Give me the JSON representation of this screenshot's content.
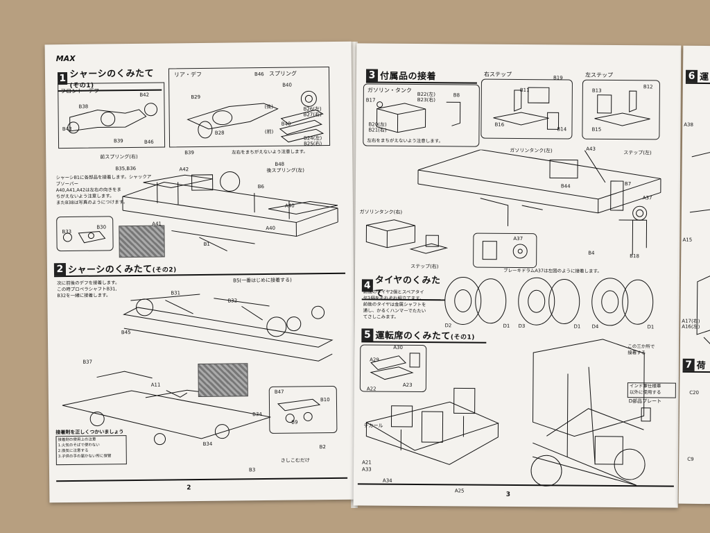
{
  "left_page": {
    "logo": "MAX",
    "page_number": "2",
    "step1": {
      "number": "1",
      "title": "シャーシのくみたて",
      "suffix": "(その1)",
      "front_diff": "フロント・デフ",
      "rear_diff": "リア・デフ",
      "spring": "スプリング",
      "rear_label": "(後)",
      "front_label": "(前)",
      "warning": "左右をまちがえないよう注意します。",
      "front_spring": "前スプリング(右)",
      "rear_spring": "後スプリング(左)",
      "note": "シャーシB1に各部品を接着します。シャックアブソーバー\nA40,A41,A42は左右の向きをま\nちがえないよう注意します。\nまたB38は写真のようにつけます。",
      "labels": [
        "B42",
        "B38",
        "B43",
        "B39",
        "B46",
        "B29",
        "B28",
        "B46",
        "B40",
        "B26(左)",
        "B27(右)",
        "B40",
        "B24(左)",
        "B25(右)",
        "B39",
        "B35,B36",
        "A42",
        "B48",
        "B6",
        "A40",
        "A40",
        "A41",
        "B1",
        "B33",
        "B30"
      ]
    },
    "step2": {
      "number": "2",
      "title": "シャーシのくみたて",
      "suffix": "(その2)",
      "note": "次に前後のデフを接着します。\nこの時プロペラシャフトB31,\nB32を一緒に接着します。",
      "b5_note": "B5(一番はじめに接着する)",
      "sashikomu": "さしこむだけ",
      "labels": [
        "B31",
        "B32",
        "B45",
        "B37",
        "A11",
        "B47",
        "B10",
        "B9",
        "B34",
        "B34",
        "B2",
        "B3"
      ],
      "adhesive_title": "接着剤を正しくつかいましょう",
      "adhesive_note": "接着剤の使用上の注意\n1.火気のそばで使わない\n2.換気に注意する\n3.子供の手の届かない所に保管"
    }
  },
  "right_page": {
    "page_number": "3",
    "step3": {
      "number": "3",
      "title": "付属品の接着",
      "gas_tank": "ガソリン・タンク",
      "right_step": "右ステップ",
      "left_step": "左ステップ",
      "warning": "左右をまちがえないよう注意します。",
      "gas_tank_left": "ガソリンタンク(左)",
      "step_left": "ステップ(左)",
      "gas_tank_right": "ガソリンタンク(右)",
      "step_right": "ステップ(右)",
      "brake_note": "ブレーキドラムA37は左図のように接着します。",
      "labels": [
        "B17",
        "B22(左)",
        "B23(右)",
        "B8",
        "B20(左)",
        "B21(右)",
        "B19",
        "B11",
        "B16",
        "B14",
        "B13",
        "B12",
        "B15",
        "A43",
        "B44",
        "B7",
        "A37",
        "A37",
        "B4",
        "B18"
      ]
    },
    "step4": {
      "number": "4",
      "title": "タイヤのくみたて",
      "note": "前後のタイヤ2個とスペアタイ\nヤ1個をそれぞれ組立てます。\n前後のタイヤは金属シャフトを\n通し、かるくハンマーでたたい\nてさしこみます。",
      "labels": [
        "D2",
        "D1",
        "D3",
        "D1",
        "D4",
        "D1"
      ]
    },
    "step5": {
      "number": "5",
      "title": "運転席のくみたて",
      "suffix": "(その1)",
      "decal": "デカール",
      "three_points": "この三か所で\n接着する",
      "india_note": "インド軍仕様車\n以外に使用する",
      "d_plate": "D部品プレート",
      "labels": [
        "A30",
        "A29",
        "A23",
        "A22",
        "A21",
        "A33",
        "A34",
        "A25"
      ]
    }
  },
  "edge_page": {
    "step6_number": "6",
    "step6_char": "運",
    "step7_number": "7",
    "step7_char": "荷",
    "labels": [
      "A38",
      "A15",
      "A17(右)",
      "A16(左)",
      "C20",
      "C9"
    ]
  },
  "colors": {
    "paper": "#f4f2ee",
    "table": "#b79f80",
    "ink": "#111111"
  }
}
